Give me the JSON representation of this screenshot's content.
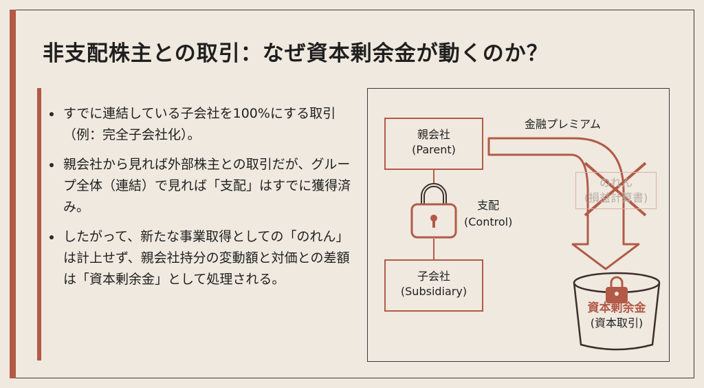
{
  "title": "非支配株主との取引：なぜ資本剰余金が動くのか？",
  "bullets": [
    "すでに連結している子会社を100%にする取引（例：完全子会社化）。",
    "親会社から見れば外部株主との取引だが、グループ全体（連結）で見れば「支配」はすでに獲得済み。",
    "したがって、新たな事業取得としての「のれん」は計上せず、親会社持分の変動額と対価との差額は「資本剰余金」として処理される。"
  ],
  "diagram": {
    "parent_name": "親会社",
    "parent_en": "(Parent)",
    "subsidiary_name": "子会社",
    "subsidiary_en": "(Subsidiary)",
    "control_label": "支配",
    "control_en": "(Control)",
    "premium_label": "金融プレミアム",
    "goodwill_label": "のれん",
    "goodwill_sub": "(損益計算書)",
    "capital_surplus_label": "資本剰余金",
    "capital_surplus_sub": "(資本取引)",
    "icons": [
      "lock-icon",
      "small-lock-icon",
      "cross-out-icon",
      "bucket-icon",
      "arrow-icon"
    ]
  },
  "colors": {
    "background": "#efe9df",
    "accent": "#b25a47",
    "text": "#1f1f1f",
    "faded_accent": "#d8b2a6"
  }
}
